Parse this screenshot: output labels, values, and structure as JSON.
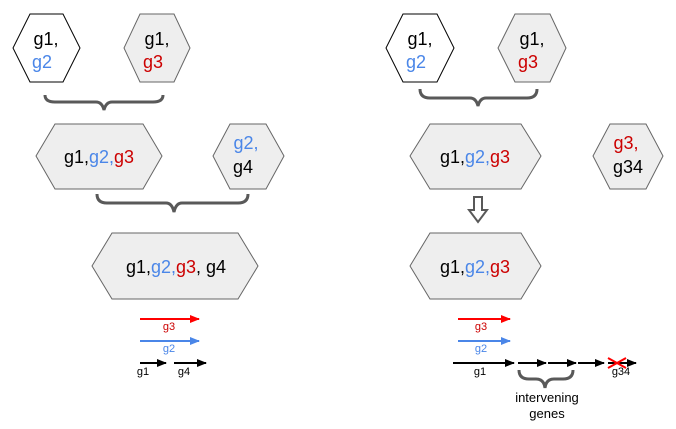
{
  "colors": {
    "black": "#000000",
    "blue": "#4a86e8",
    "red": "#cc0000",
    "arrow_red": "#ff0000",
    "hex_fill": "#eeeeee",
    "white_fill": "#ffffff",
    "bracket": "#595959"
  },
  "left": {
    "hex1": {
      "line1": "g1,",
      "line2": "g2"
    },
    "hex2": {
      "line1": "g1,",
      "line2": "g3"
    },
    "merged": {
      "g1": "g1,",
      "g2": "g2,",
      "g3": "g3"
    },
    "hex4": {
      "line1": "g2,",
      "line2": "g4"
    },
    "final": {
      "g1": "g1,",
      "g2": "g2,",
      "g3": "g3",
      "g4": ", g4"
    },
    "genes": {
      "g3": "g3",
      "g2": "g2",
      "g1": "g1",
      "g4": "g4"
    }
  },
  "right": {
    "hex1": {
      "line1": "g1,",
      "line2": "g2"
    },
    "hex2": {
      "line1": "g1,",
      "line2": "g3"
    },
    "merged": {
      "g1": "g1,",
      "g2": "g2,",
      "g3": "g3"
    },
    "hex4": {
      "line1": "g3,",
      "line2": "g34"
    },
    "final": {
      "g1": "g1,",
      "g2": "g2,",
      "g3": "g3"
    },
    "genes": {
      "g3": "g3",
      "g2": "g2",
      "g1": "g1",
      "g34": "g34"
    },
    "intervening_label": {
      "line1": "intervening",
      "line2": "genes"
    }
  }
}
